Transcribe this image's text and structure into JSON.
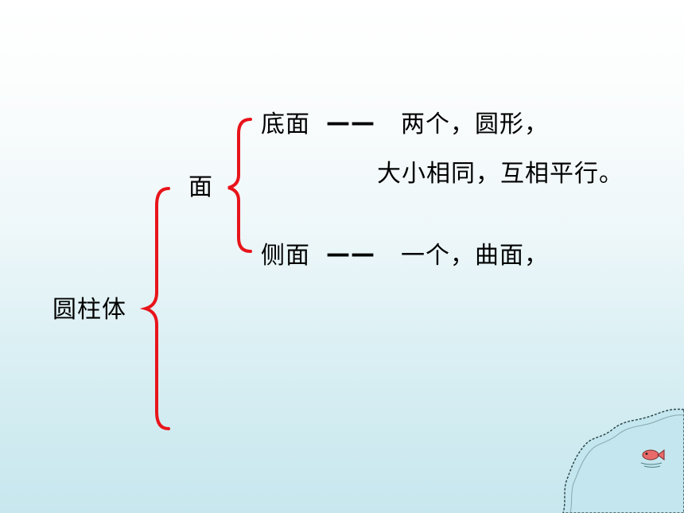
{
  "slide": {
    "root_label": "圆柱体",
    "face_label": "面",
    "base": {
      "term": "底面",
      "dash": "——",
      "line1": "两个，圆形，",
      "line2": "大小相同，互相平行。"
    },
    "side": {
      "term": "侧面",
      "dash": "——",
      "line1": "一个，曲面，"
    }
  },
  "colors": {
    "brace": "#e8141b",
    "text": "#000000",
    "water": "#c4e6ee",
    "shore_line": "#2e4a4f"
  },
  "icons": {
    "decoration": "fish-icon"
  }
}
